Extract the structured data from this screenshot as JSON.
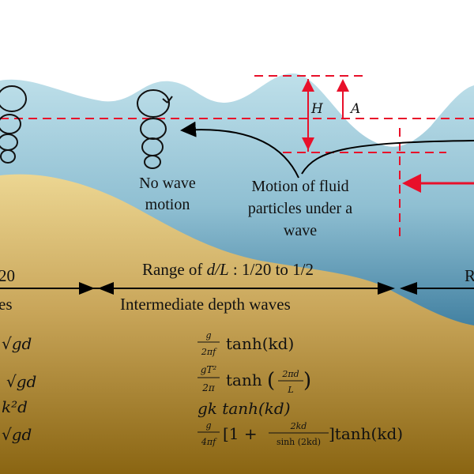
{
  "labels": {
    "no_wave_motion_1": "No wave",
    "no_wave_motion_2": "motion",
    "motion_1": "Motion of fluid",
    "motion_2": "particles under a",
    "motion_3": "wave",
    "H": "H",
    "A": "A",
    "left_range_tail": "20",
    "left_waves_tail": "es",
    "range_mid_prefix": "Range of ",
    "range_mid_var": "d/L",
    "range_mid_suffix": " : 1/20 to 1/2",
    "intermediate": "Intermediate depth waves",
    "right_range_head": "R"
  },
  "formulas": {
    "left": [
      "√gd",
      "√gd",
      "k²d",
      "√gd"
    ],
    "mid": {
      "f1_num": "g",
      "f1_den": "2πf",
      "f1_tail": "tanh(kd)",
      "f2_num": "gT²",
      "f2_den": "2π",
      "f2_tail": "tanh",
      "f2_inner_num": "2πd",
      "f2_inner_den": "L",
      "f3": "gk tanh(kd)",
      "f4_num": "g",
      "f4_den": "4πf",
      "f4_open": "[1 +",
      "f4_inner_num": "2kd",
      "f4_inner_den": "sinh (2kd)",
      "f4_tail": "]tanh(kd)"
    }
  },
  "colors": {
    "water_top": "#b9dbe6",
    "water_deep": "#3f7f9f",
    "sand_top": "#e9d38e",
    "sand_bottom": "#8b6614",
    "accent_red": "#e8102a"
  }
}
